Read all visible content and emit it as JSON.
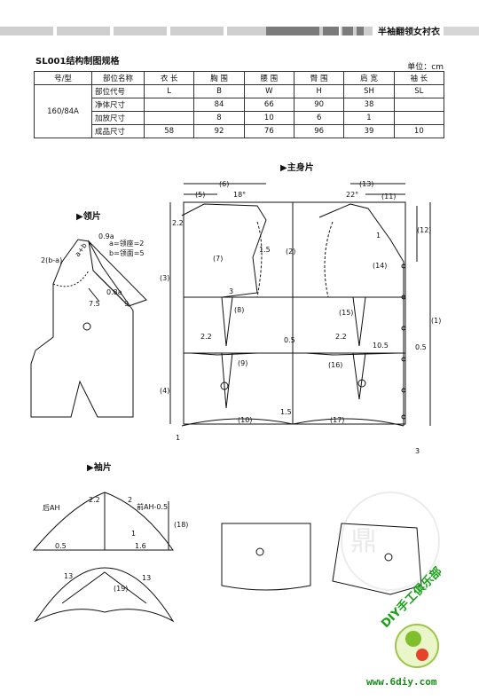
{
  "header": {
    "title": "半袖翻领女衬衣"
  },
  "spec": {
    "title": "SL001结构制图规格",
    "unit": "单位：cm",
    "size_header": "号/型",
    "size": "160/84A",
    "part_name_header": "部位名称",
    "columns": [
      "衣 长",
      "胸 围",
      "腰 围",
      "臀 围",
      "肩 宽",
      "袖 长"
    ],
    "rows": [
      {
        "label": "部位代号",
        "values": [
          "L",
          "B",
          "W",
          "H",
          "SH",
          "SL"
        ]
      },
      {
        "label": "净体尺寸",
        "values": [
          "",
          "84",
          "66",
          "90",
          "38",
          ""
        ]
      },
      {
        "label": "加放尺寸",
        "values": [
          "",
          "8",
          "10",
          "6",
          "1",
          ""
        ]
      },
      {
        "label": "成品尺寸",
        "values": [
          "58",
          "92",
          "76",
          "96",
          "39",
          "10"
        ]
      }
    ]
  },
  "sections": {
    "body": "▶主身片",
    "collar": "▶领片",
    "sleeve": "▶袖片"
  },
  "collar_labels": {
    "a_def": "a=领座=2",
    "b_def": "b=领面=5",
    "l1": "0.9a",
    "l2": "2(b-a)",
    "l3": "0.8a",
    "l4": "7.5",
    "l5": "9",
    "l6": "a+b"
  },
  "body_labels": {
    "m5": "(5)",
    "m6": "(6)",
    "a18": "18°",
    "m13": "(13)",
    "a22": "22°",
    "m11": "(11)",
    "v22": "2.2",
    "m12": "(12)",
    "m7": "(7)",
    "v15a": "1.5",
    "m2": "(2)",
    "m14": "(14)",
    "v1": "1",
    "m3": "(3)",
    "v3": "3",
    "m8": "(8)",
    "m15": "(15)",
    "m1": "(1)",
    "v22b": "2.2",
    "v05a": "0.5",
    "v22c": "2.2",
    "v105": "10.5",
    "v05b": "0.5",
    "m9": "(9)",
    "m16": "(16)",
    "m4": "(4)",
    "m10": "(10)",
    "v15b": "1.5",
    "m17": "(17)",
    "b1": "1",
    "b3": "3"
  },
  "sleeve_labels": {
    "s22": "2.2",
    "s2": "2",
    "back_ah": "后AH",
    "front_ah": "前AH-0.5",
    "s1": "1",
    "s05": "0.5",
    "s16": "1.6",
    "s18": "(18)",
    "s13a": "13",
    "s19": "(19)",
    "s13b": "13"
  },
  "watermark": {
    "club": "DIY手工俱乐部",
    "url": "www.6diy.com"
  }
}
